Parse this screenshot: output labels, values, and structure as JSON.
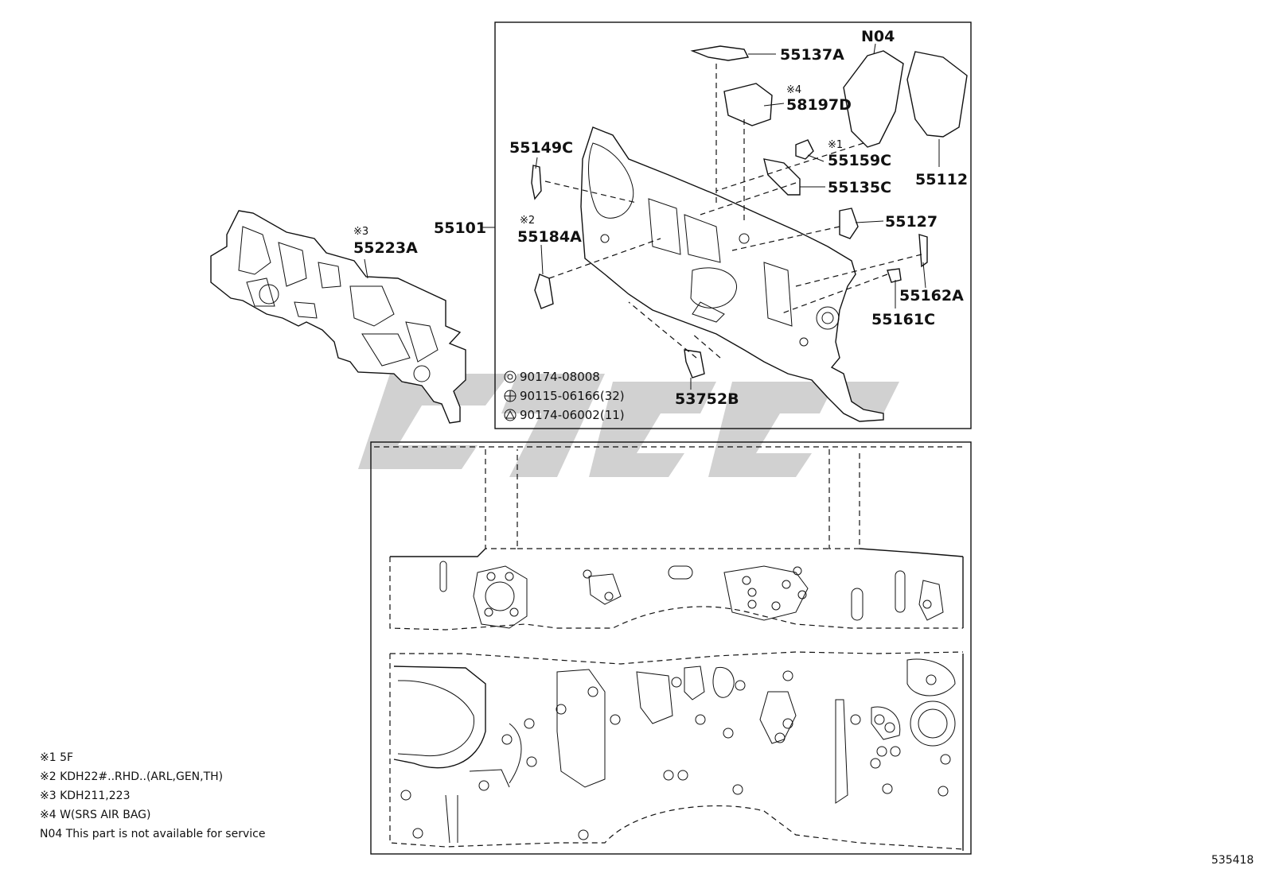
{
  "figure_id": "535418",
  "box_label": "55101",
  "parts": {
    "p55137A": "55137A",
    "p58197D": "58197D",
    "p58197D_mark": "※4",
    "pN04": "N04",
    "p55112": "55112",
    "p55159C": "55159C",
    "p55159C_mark": "※1",
    "p55149C": "55149C",
    "p55135C": "55135C",
    "p55127": "55127",
    "p55184A": "55184A",
    "p55184A_mark": "※2",
    "p55162A": "55162A",
    "p55161C": "55161C",
    "p53752B": "53752B",
    "p55223A": "55223A",
    "p55223A_mark": "※3"
  },
  "fasteners": [
    {
      "symbol": "double-circle-icon",
      "text": "90174-08008"
    },
    {
      "symbol": "cross-circle-icon",
      "text": "90115-06166(32)"
    },
    {
      "symbol": "triangle-circle-icon",
      "text": "90174-06002(11)"
    }
  ],
  "notes": [
    "※1 5F",
    "※2 KDH22#..RHD..(ARL,GEN,TH)",
    "※3 KDH211,223",
    "※4 W(SRS AIR BAG)",
    "N04 This part is not available for service"
  ]
}
